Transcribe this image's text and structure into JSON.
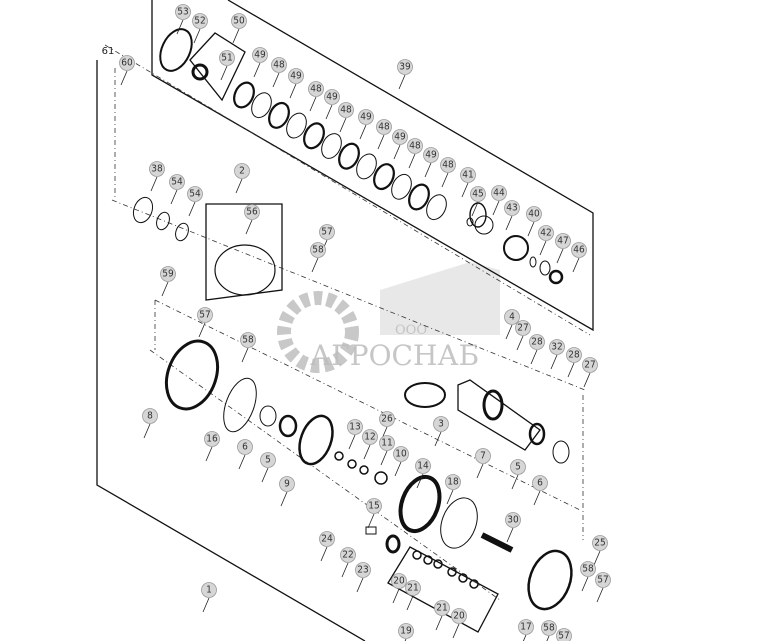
{
  "watermark": {
    "company_prefix": "ООО",
    "company_name": "АГРОСНАБ",
    "color": "#bdbdbd"
  },
  "plain_labels": [
    "61"
  ],
  "callouts": [
    "53",
    "52",
    "50",
    "60",
    "51",
    "49",
    "48",
    "49",
    "48",
    "49",
    "48",
    "49",
    "48",
    "49",
    "48",
    "49",
    "48",
    "41",
    "45",
    "44",
    "43",
    "40",
    "42",
    "47",
    "46",
    "39",
    "38",
    "54",
    "54",
    "2",
    "56",
    "57",
    "58",
    "59",
    "57",
    "58",
    "4",
    "27",
    "28",
    "32",
    "28",
    "27",
    "8",
    "16",
    "6",
    "5",
    "9",
    "13",
    "12",
    "11",
    "10",
    "14",
    "26",
    "3",
    "7",
    "5",
    "6",
    "15",
    "18",
    "30",
    "25",
    "24",
    "22",
    "23",
    "20",
    "21",
    "21",
    "20",
    "19",
    "1",
    "17",
    "58",
    "57",
    "58",
    "57"
  ]
}
